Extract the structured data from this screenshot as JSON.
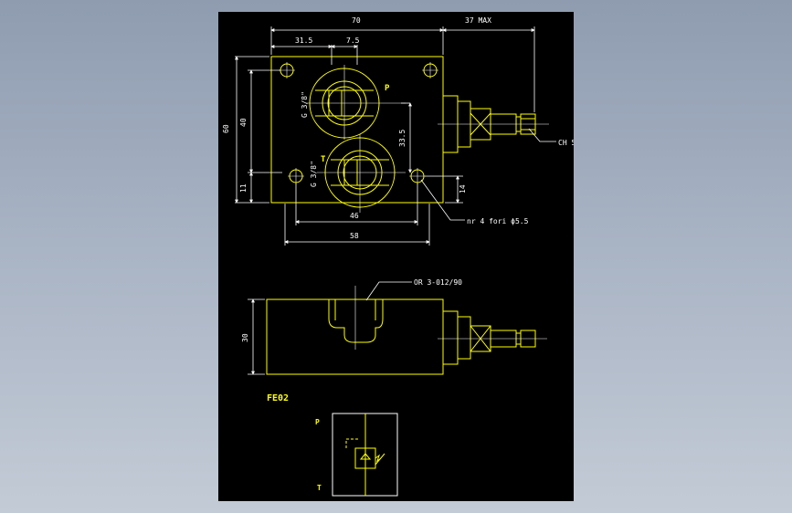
{
  "colors": {
    "background_top": "#8f9cb0",
    "background_bottom": "#c3cbd6",
    "sheet": "#000000",
    "geometry": "#ffff00",
    "dimension": "#ffffff",
    "label": "#ffff00"
  },
  "front_view": {
    "dims": {
      "overall_width": "70",
      "fitting_length": "37 MAX",
      "port_offset_x": "31.5",
      "port_offset_small": "7.5",
      "height_total": "60",
      "height_40": "40",
      "height_11": "11",
      "port_spacing": "33.5",
      "bottom_14": "14",
      "hole_spacing": "46",
      "width_58": "58"
    },
    "port_labels": {
      "p": "P",
      "t": "T",
      "thread_p": "G 3/8\"",
      "thread_t": "G 3/8\""
    },
    "callouts": {
      "hex": "CH 5",
      "holes": "nr 4 fori ϕ5.5"
    }
  },
  "side_view": {
    "dims": {
      "height_30": "30"
    },
    "callout": "OR 3-012/90"
  },
  "model_code": "FE02",
  "symbol": {
    "p_label": "P",
    "t_label": "T"
  }
}
